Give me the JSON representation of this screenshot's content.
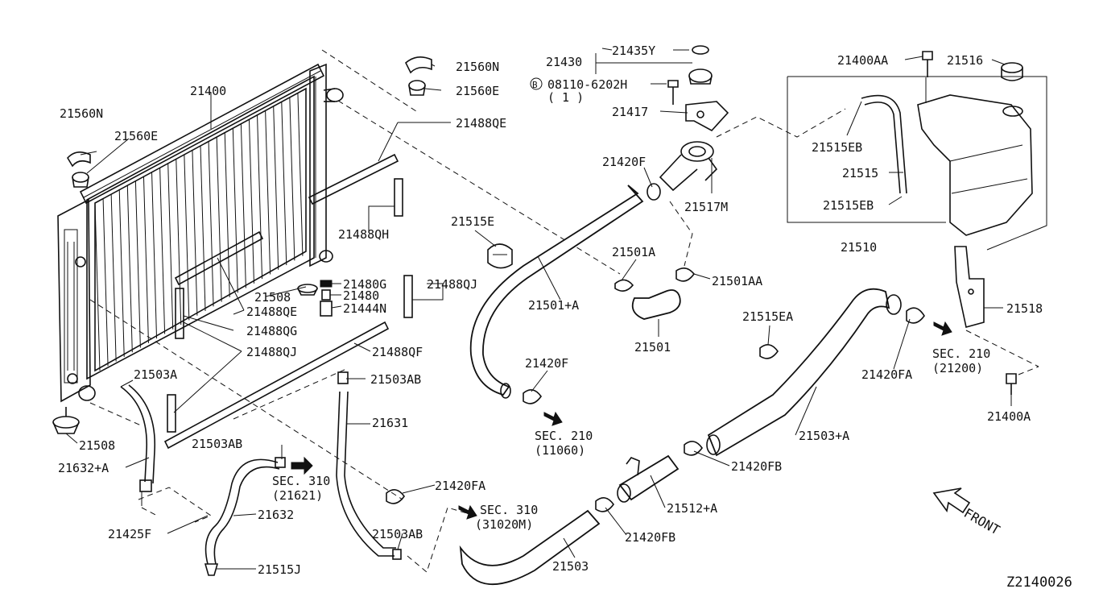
{
  "diagram": {
    "id": "Z2140026",
    "front_label": "FRONT",
    "callouts": [
      {
        "key": "c21400",
        "text": "21400"
      },
      {
        "key": "c21560N_l",
        "text": "21560N"
      },
      {
        "key": "c21560E_l",
        "text": "21560E"
      },
      {
        "key": "c21560N_r",
        "text": "21560N"
      },
      {
        "key": "c21560E_r",
        "text": "21560E"
      },
      {
        "key": "c21488QE_t",
        "text": "21488QE"
      },
      {
        "key": "c21488QH",
        "text": "21488QH"
      },
      {
        "key": "c21508_m",
        "text": "21508"
      },
      {
        "key": "c21480G",
        "text": "21480G"
      },
      {
        "key": "c21480",
        "text": "21480"
      },
      {
        "key": "c21444N",
        "text": "21444N"
      },
      {
        "key": "c21488QJ_r",
        "text": "21488QJ"
      },
      {
        "key": "c21488QE_b",
        "text": "21488QE"
      },
      {
        "key": "c21488QG",
        "text": "21488QG"
      },
      {
        "key": "c21488QJ_l",
        "text": "21488QJ"
      },
      {
        "key": "c21488QF",
        "text": "21488QF"
      },
      {
        "key": "c21503A",
        "text": "21503A"
      },
      {
        "key": "c21503AB_t",
        "text": "21503AB"
      },
      {
        "key": "c21508_b",
        "text": "21508"
      },
      {
        "key": "c21632A",
        "text": "21632+A"
      },
      {
        "key": "c21503AB_m",
        "text": "21503AB"
      },
      {
        "key": "c21631",
        "text": "21631"
      },
      {
        "key": "c21425F",
        "text": "21425F"
      },
      {
        "key": "c21632",
        "text": "21632"
      },
      {
        "key": "c21515J",
        "text": "21515J"
      },
      {
        "key": "c21503AB_b",
        "text": "21503AB"
      },
      {
        "key": "c21420FA_b",
        "text": "21420FA"
      },
      {
        "key": "c21503",
        "text": "21503"
      },
      {
        "key": "c21420FB_b",
        "text": "21420FB"
      },
      {
        "key": "c21512A",
        "text": "21512+A"
      },
      {
        "key": "c21420FB_r",
        "text": "21420FB"
      },
      {
        "key": "c21503A_plus",
        "text": "21503+A"
      },
      {
        "key": "c21420FA_r",
        "text": "21420FA"
      },
      {
        "key": "c21515EA",
        "text": "21515EA"
      },
      {
        "key": "c21501",
        "text": "21501"
      },
      {
        "key": "c21501A",
        "text": "21501A"
      },
      {
        "key": "c21501AA",
        "text": "21501AA"
      },
      {
        "key": "c21501A_plus",
        "text": "21501+A"
      },
      {
        "key": "c21515E",
        "text": "21515E"
      },
      {
        "key": "c21420F_t",
        "text": "21420F"
      },
      {
        "key": "c21420F_b",
        "text": "21420F"
      },
      {
        "key": "c21430",
        "text": "21430"
      },
      {
        "key": "c21435Y",
        "text": "21435Y"
      },
      {
        "key": "c08110",
        "text": "08110-6202H"
      },
      {
        "key": "c08110q",
        "text": "( 1 )"
      },
      {
        "key": "c21417",
        "text": "21417"
      },
      {
        "key": "c21517M",
        "text": "21517M"
      },
      {
        "key": "c21400AA",
        "text": "21400AA"
      },
      {
        "key": "c21516",
        "text": "21516"
      },
      {
        "key": "c21515EB_t",
        "text": "21515EB"
      },
      {
        "key": "c21515",
        "text": "21515"
      },
      {
        "key": "c21515EB_b",
        "text": "21515EB"
      },
      {
        "key": "c21510",
        "text": "21510"
      },
      {
        "key": "c21518",
        "text": "21518"
      },
      {
        "key": "c21400A",
        "text": "21400A"
      }
    ],
    "sections": [
      {
        "key": "s310a",
        "line1": "SEC. 310",
        "line2": "(21621)"
      },
      {
        "key": "s210a",
        "line1": "SEC. 210",
        "line2": "(11060)"
      },
      {
        "key": "s310b",
        "line1": "SEC. 310",
        "line2": "(31020M)"
      },
      {
        "key": "s210b",
        "line1": "SEC. 210",
        "line2": "(21200)"
      }
    ]
  }
}
